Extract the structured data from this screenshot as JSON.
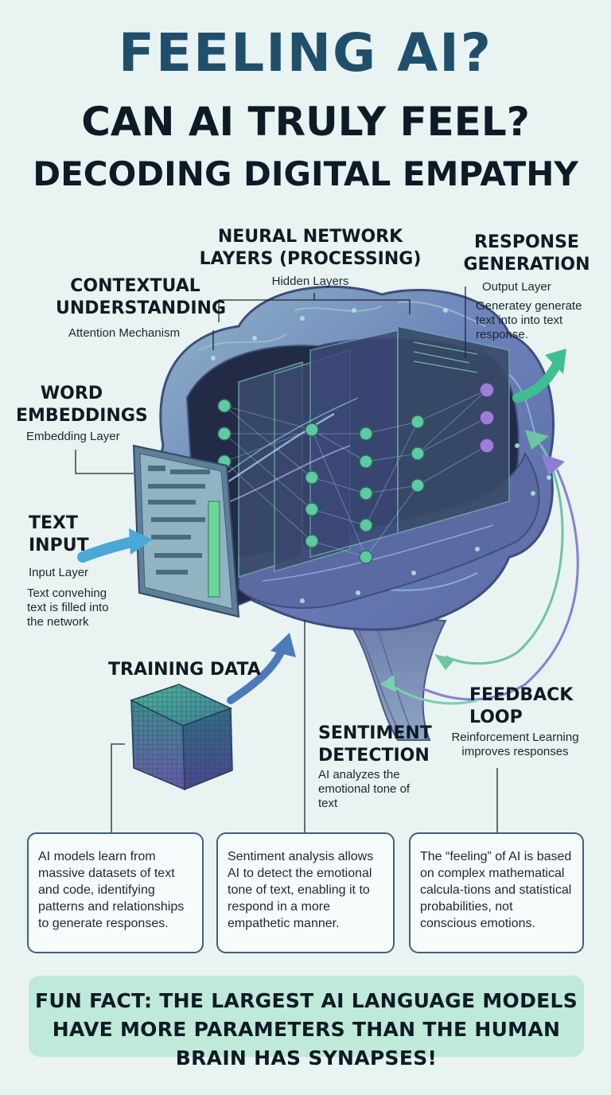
{
  "titles": {
    "line1": "FEELING AI?",
    "line2": "CAN AI TRULY FEEL?",
    "line3": "DECODING DIGITAL EMPATHY"
  },
  "labels": {
    "neural_network": {
      "title": "NEURAL NETWORK LAYERS (PROCESSING)",
      "line1": "NEURAL NETWORK",
      "line2": "LAYERS (PROCESSING)",
      "sub": "Hidden Layers"
    },
    "response_generation": {
      "line1": "RESPONSE",
      "line2": "GENERATION",
      "sub": "Output Layer",
      "desc": "Generatey generate text into into text response."
    },
    "contextual": {
      "line1": "CONTEXTUAL",
      "line2": "UNDERSTANDING",
      "sub": "Attention Mechanism"
    },
    "word_embeddings": {
      "line1": "WORD",
      "line2": "EMBEDDINGS",
      "sub": "Embedding Layer"
    },
    "text_input": {
      "line1": "TEXT",
      "line2": "INPUT",
      "sub": "Input Layer",
      "desc": "Text convehing text is filled into the network"
    },
    "training_data": {
      "title": "TRAINING DATA"
    },
    "sentiment": {
      "line1": "SENTIMENT",
      "line2": "DETECTION",
      "desc": "AI analyzes the emotional tone of text"
    },
    "feedback": {
      "line1": "FEEDBACK",
      "line2": "LOOP",
      "desc": "Reinforcement Learning improves responses"
    }
  },
  "boxes": [
    "AI models learn from massive datasets of text and code, identifying patterns and relationships to generate responses.",
    "Sentiment analysis allows AI to detect the emotional tone of text, enabling it to respond in a more empathetic manner.",
    "The “feeling” of AI is based on complex mathematical calcula-tions and statistical probabilities, not conscious emotions."
  ],
  "fun_fact": "FUN FACT: THE LARGEST AI LANGUAGE MODELS HAVE MORE PARAMETERS THAN THE HUMAN BRAIN HAS SYNAPSES!",
  "colors": {
    "title_blue": "#1f4f6b",
    "brain_blue": "#5a78a8",
    "brain_purple": "#7a6fb0",
    "node_green": "#5fc9a0",
    "node_purple": "#9b7fd6",
    "fun_fact_bg": "#bfe9d8"
  }
}
